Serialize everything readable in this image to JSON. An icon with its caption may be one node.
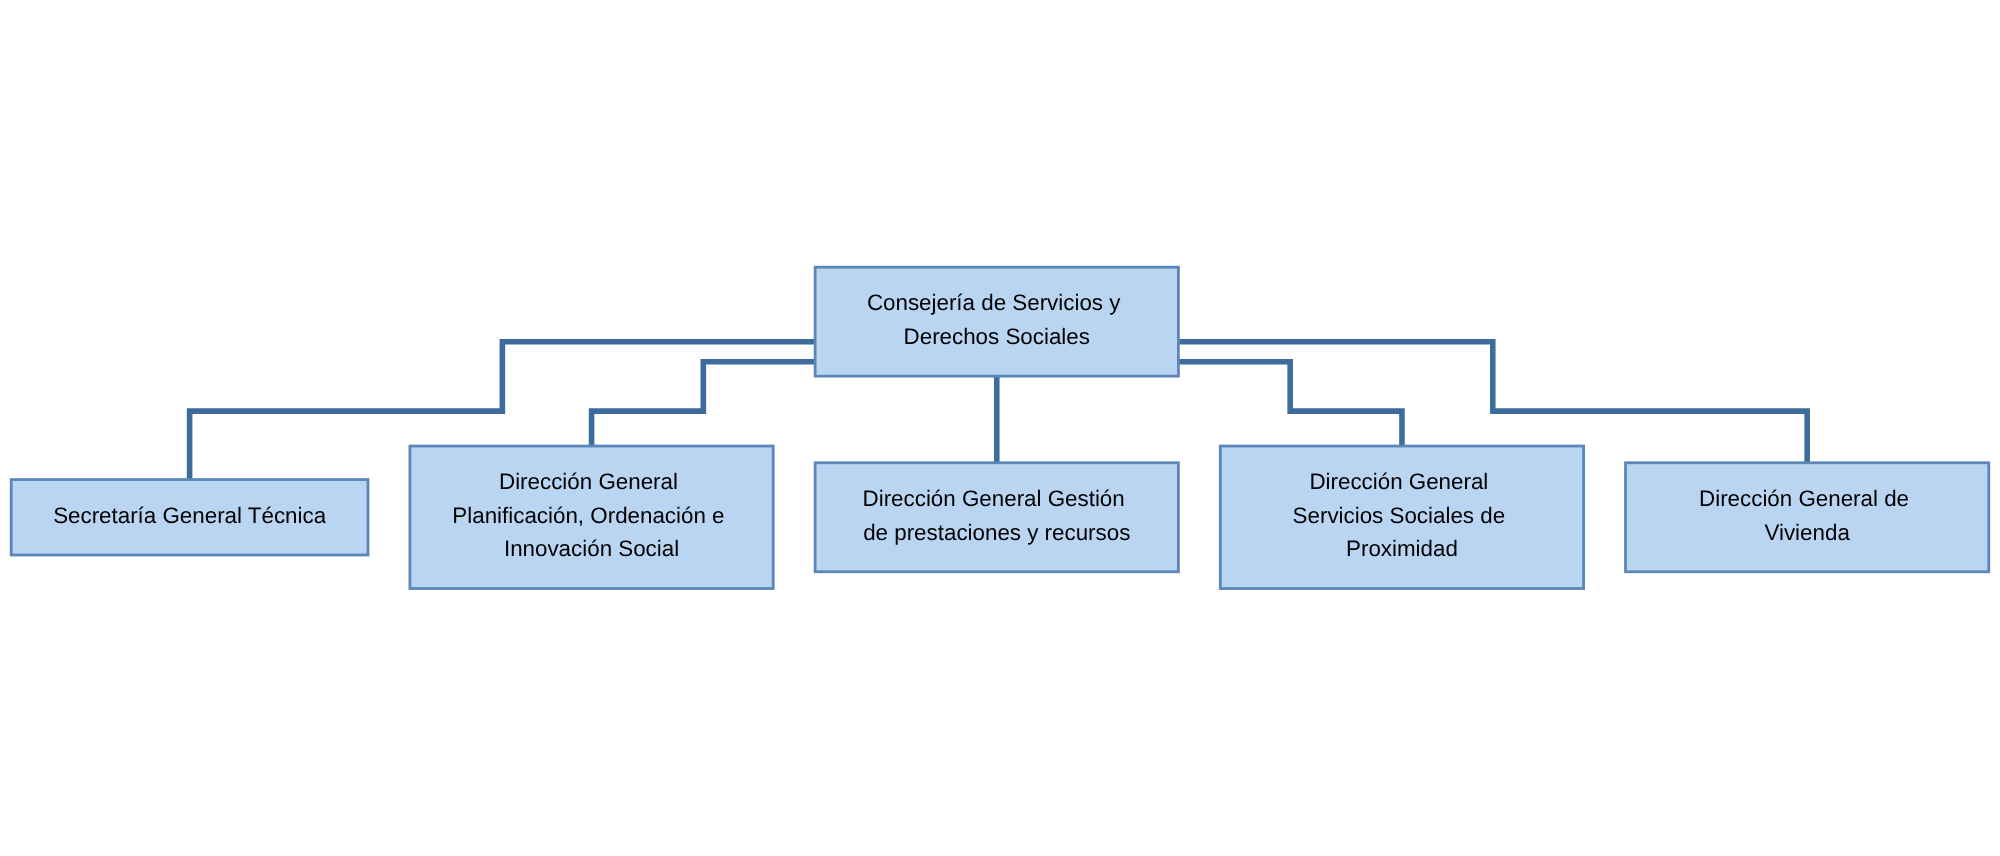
{
  "diagram": {
    "nodes": [
      {
        "text": [
          "Consejería de Servicios y Derechos Sociales"
        ]
      },
      {
        "text": [
          "Secretaría General Técnica"
        ]
      },
      {
        "text": [
          "Dirección General Planificación, Ordenación e Innovación Social"
        ]
      },
      {
        "text": [
          "Dirección General Gestión de prestaciones y recursos"
        ]
      },
      {
        "text": [
          "Dirección General Servicios Sociales de Proximidad"
        ]
      },
      {
        "text": [
          "Dirección General de Vivienda"
        ]
      }
    ],
    "edges": [
      {
        "from": 0,
        "to": 1,
        "arrow": "none"
      },
      {
        "from": 0,
        "to": 2,
        "arrow": "none"
      },
      {
        "from": 0,
        "to": 3,
        "arrow": "none"
      },
      {
        "from": 0,
        "to": 4,
        "arrow": "none"
      },
      {
        "from": 0,
        "to": 5,
        "arrow": "none"
      }
    ]
  }
}
